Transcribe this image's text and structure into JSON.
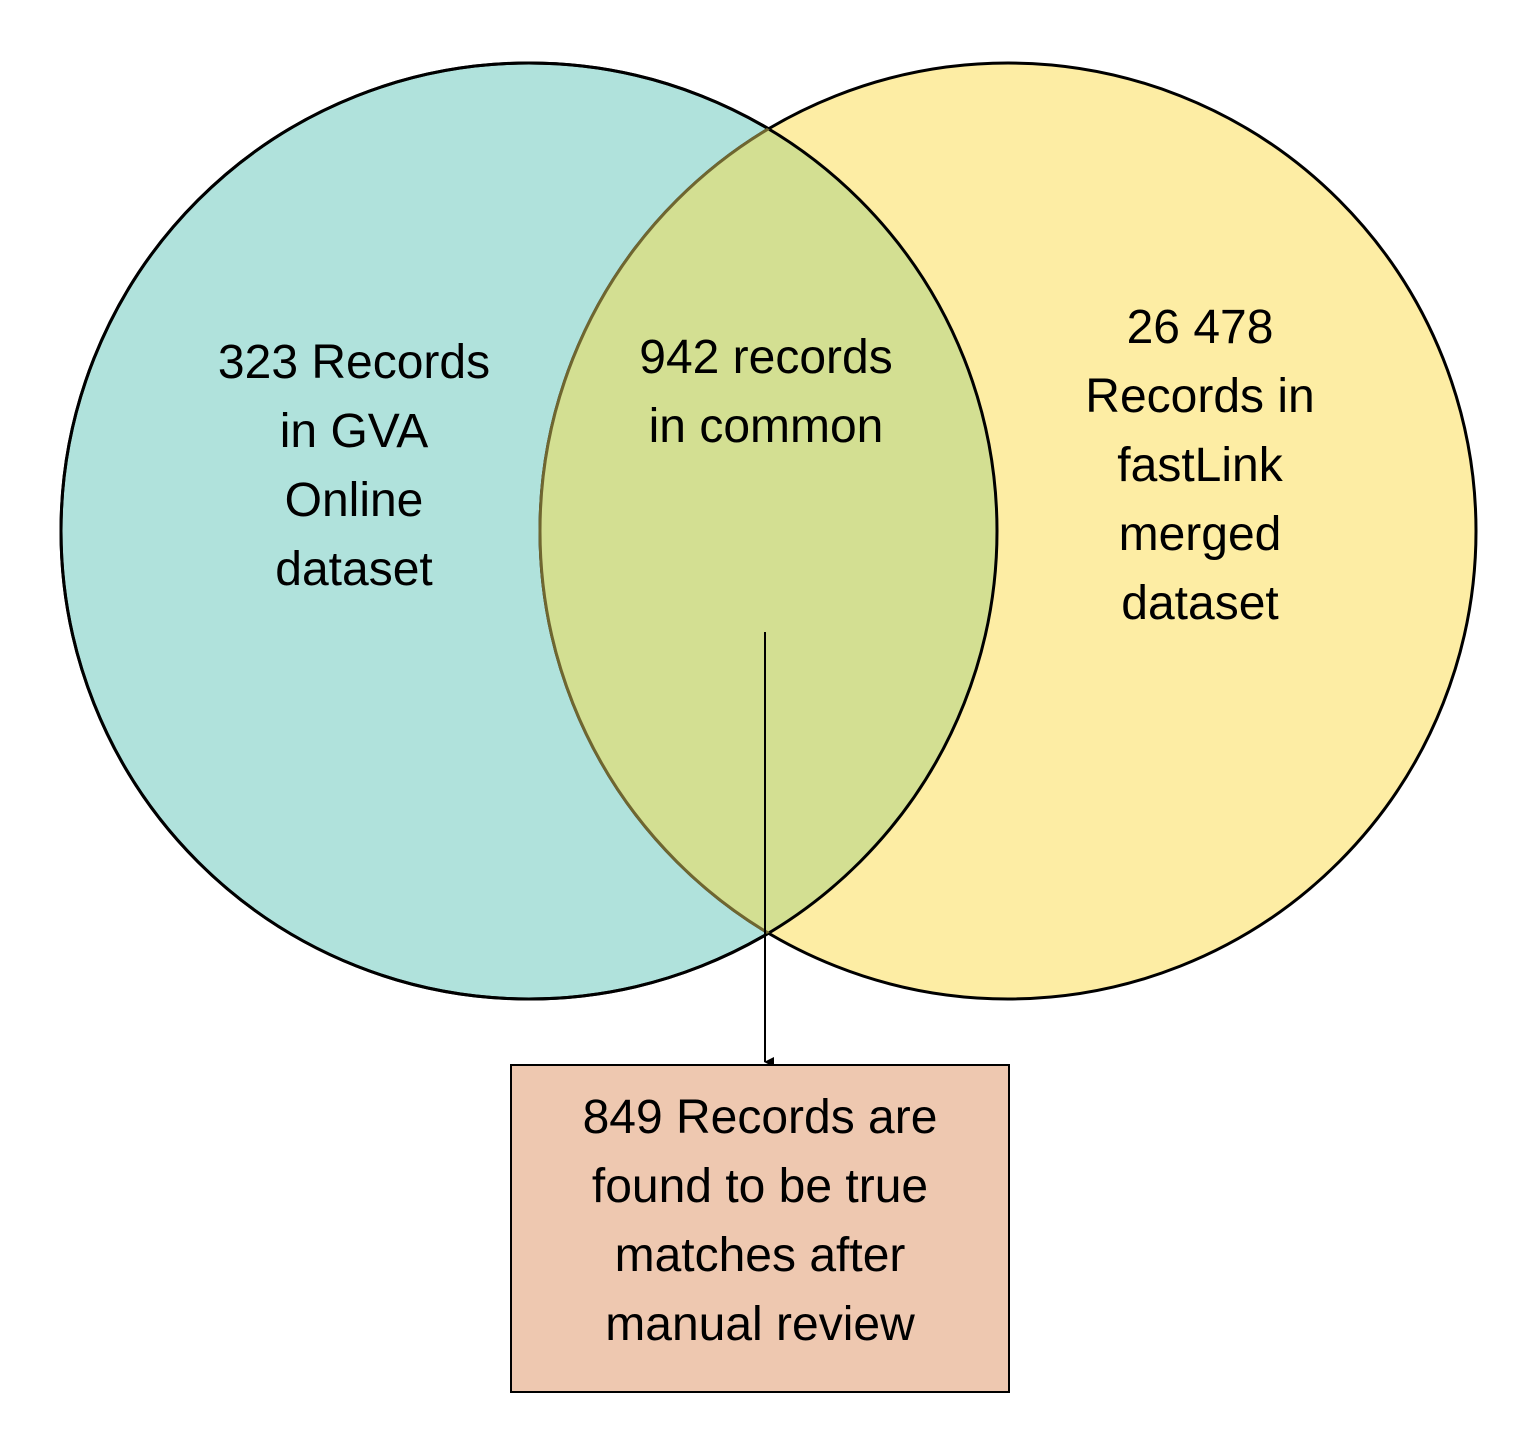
{
  "diagram": {
    "type": "venn",
    "left_set": {
      "lines": [
        "323 Records",
        "in GVA",
        "Online",
        "dataset"
      ],
      "fill": "#b0e2dc"
    },
    "right_set": {
      "lines": [
        "26 478",
        "Records in",
        "fastLink",
        "merged",
        "dataset"
      ],
      "fill": "#fdeda4"
    },
    "intersection": {
      "lines": [
        "942 records",
        "in common"
      ],
      "fill": "#d3df92"
    },
    "result": {
      "lines": [
        "849 Records are",
        "found to be true",
        "matches after",
        "manual review"
      ],
      "fill": "#eec8b0"
    },
    "outline_color": "#000000"
  }
}
